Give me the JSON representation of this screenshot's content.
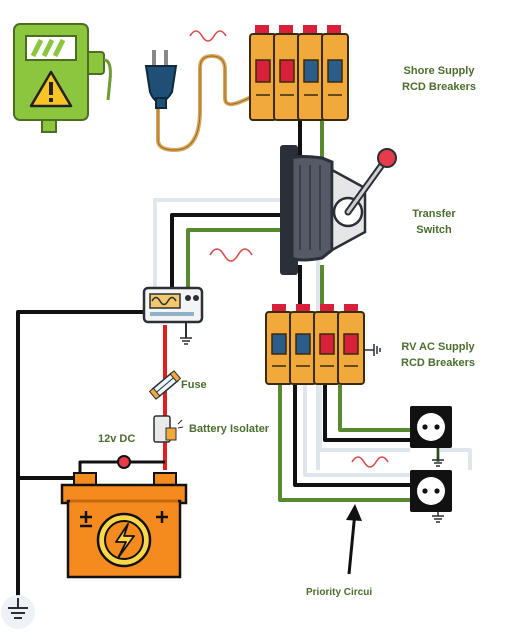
{
  "labels": {
    "shore_supply_line1": "Shore Supply",
    "shore_supply_line2": "RCD Breakers",
    "transfer_line1": "Transfer",
    "transfer_line2": "Switch",
    "rv_ac_line1": "RV AC Supply",
    "rv_ac_line2": "RCD Breakers",
    "fuse": "Fuse",
    "battery_isolater": "Battery Isolater",
    "dc_12v": "12v DC",
    "priority": "Priority Circui"
  },
  "colors": {
    "wire_black": "#111111",
    "wire_green": "#5a8a2f",
    "wire_red": "#e02020",
    "wire_white": "#dfe6ee",
    "breaker_yellow": "#f2a93b",
    "breaker_red": "#d8203a",
    "breaker_blue": "#2a5d8a",
    "battery_orange": "#f58a1f",
    "label_green": "#4b6d2e",
    "meter_green": "#8cc63f"
  },
  "icons": [
    "warning-meter-icon",
    "plug-icon",
    "ac-wave-icon",
    "battery-icon",
    "fuse-icon",
    "isolator-icon",
    "inverter-icon",
    "outlet-icon",
    "ground-icon"
  ]
}
